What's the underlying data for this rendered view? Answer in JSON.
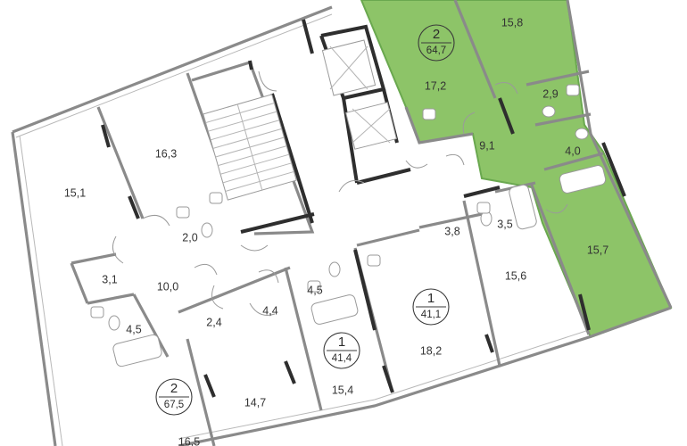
{
  "colors": {
    "highlight_fill": "#8dc468",
    "highlight_edge": "#6aa84f",
    "wall": "#8a8a8a",
    "wall_dark": "#2e2e2e",
    "background": "#ffffff"
  },
  "apartments": [
    {
      "rooms": "2",
      "area": "64,7",
      "highlighted": true
    },
    {
      "rooms": "1",
      "area": "41,1",
      "highlighted": false
    },
    {
      "rooms": "1",
      "area": "41,4",
      "highlighted": false
    },
    {
      "rooms": "2",
      "area": "67,5",
      "highlighted": false
    }
  ],
  "room_areas": [
    "15,8",
    "17,2",
    "2,9",
    "9,1",
    "4,0",
    "15,7",
    "16,3",
    "15,1",
    "2,0",
    "3,1",
    "10,0",
    "4,5",
    "3,8",
    "3,5",
    "15,6",
    "18,2",
    "4,5",
    "4,4",
    "2,4",
    "15,4",
    "14,7",
    "16,5"
  ],
  "icons": [
    "elevator-icon",
    "stair-icon",
    "bathtub-icon",
    "toilet-icon",
    "sink-icon",
    "door-swing-icon"
  ]
}
